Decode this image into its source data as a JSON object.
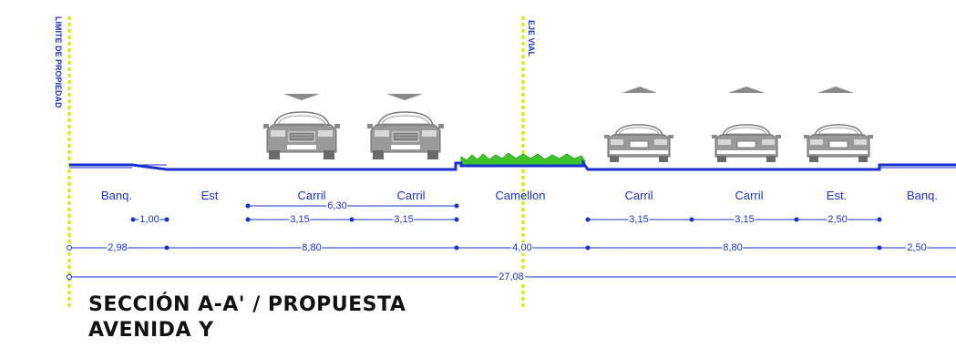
{
  "markers": {
    "limite": "LIMITE DE PROPIEDAD",
    "eje": "EJE VIAL"
  },
  "lanes": {
    "banq_left": "Banq.",
    "est_left": "Est",
    "carril_1": "Carril",
    "carril_2": "Carril",
    "camellon": "Camellon",
    "carril_3": "Carril",
    "carril_4": "Carril",
    "est_right": "Est.",
    "banq_right": "Banq."
  },
  "dimensions": {
    "d_6_30": "6,30",
    "d_1_00": "1,00",
    "d_3_15_a": "3,15",
    "d_3_15_b": "3,15",
    "d_3_15_c": "3,15",
    "d_3_15_d": "3,15",
    "d_2_50_a": "2,50",
    "d_2_98": "2,98",
    "d_8_80_a": "8,80",
    "d_4_00": "4,00",
    "d_8_80_b": "8,80",
    "d_2_50_b": "2,50",
    "d_27_08": "27,08"
  },
  "title": {
    "line1": "SECCIÓN A-A' /  PROPUESTA",
    "line2": "AVENIDA Y"
  },
  "colors": {
    "line": "#1a2fd0",
    "marker": "#c8f000",
    "grass": "#3cc42a",
    "car": "#8a8a8a"
  },
  "icons": [
    "car-front-icon",
    "car-rear-icon",
    "direction-arrow-down-icon",
    "direction-arrow-up-icon",
    "grass-median-icon"
  ]
}
